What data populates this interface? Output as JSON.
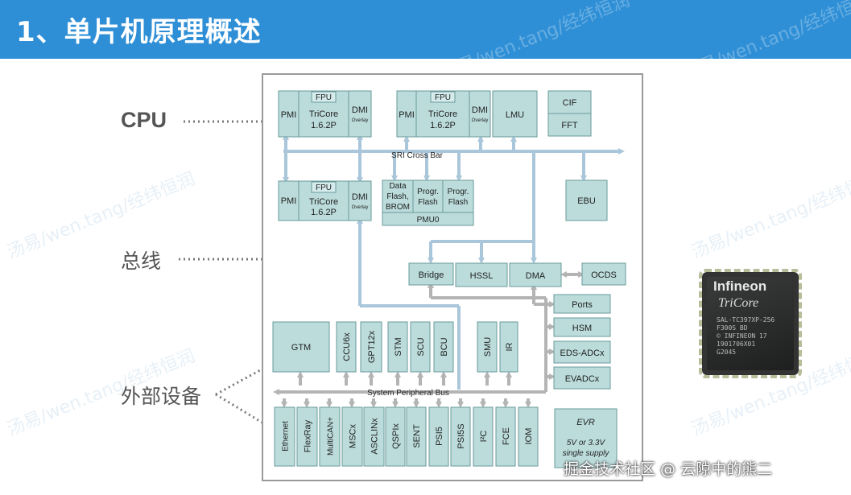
{
  "header": {
    "title": "1、单片机原理概述",
    "watermark": "汤易/wen.tang/经纬恒润"
  },
  "side_labels": {
    "cpu": "CPU",
    "bus": "总线",
    "peripherals": "外部设备"
  },
  "diagram": {
    "cpu0": {
      "fpu": "FPU",
      "pmi": "PMI",
      "core": "TriCore",
      "version": "1.6.2P",
      "dmi": "DMI",
      "overlay": "Overlay"
    },
    "cpu1": {
      "fpu": "FPU",
      "pmi": "PMI",
      "core": "TriCore",
      "version": "1.6.2P",
      "dmi": "DMI",
      "overlay": "Overlay"
    },
    "cpu2": {
      "fpu": "FPU",
      "pmi": "PMI",
      "core": "TriCore",
      "version": "1.6.2P",
      "dmi": "DMI",
      "overlay": "Overlay"
    },
    "lmu": "LMU",
    "cif": "CIF",
    "fft": "FFT",
    "sri": "SRI Cross Bar",
    "pmu": {
      "data_flash_1": "Data",
      "data_flash_2": "Flash,",
      "data_flash_3": "BROM",
      "prog1_1": "Progr.",
      "prog1_2": "Flash",
      "prog2_1": "Progr.",
      "prog2_2": "Flash",
      "label": "PMU0"
    },
    "ebu": "EBU",
    "bridge": "Bridge",
    "hssl": "HSSL",
    "dma": "DMA",
    "ocds": "OCDS",
    "ports": "Ports",
    "hsm": "HSM",
    "eds": "EDS-ADCx",
    "evadc": "EVADCx",
    "gtm": "GTM",
    "spb_modules": [
      "CCU6x",
      "GPT12x",
      "STM",
      "SCU",
      "BCU",
      "SMU",
      "IR"
    ],
    "spb": "System Peripheral Bus",
    "io_modules": [
      "Ethernet",
      "FlexRay",
      "MultiCAN+",
      "MSCx",
      "ASCLINx",
      "QSPIx",
      "SENT",
      "PSI5",
      "PSI5S",
      "I²C",
      "FCE",
      "IOM"
    ],
    "evr": {
      "title": "EVR",
      "line1": "5V or 3.3V",
      "line2": "single supply"
    }
  },
  "chip": {
    "brand": "Infineon",
    "family": "TriCore",
    "marking1": "SAL-TC397XP-256",
    "marking2": "F300S BD",
    "marking3": "© INFINEON 17",
    "marking4": "1901706X01",
    "marking5": "G2045"
  },
  "footer": "掘金技术社区 @ 云隙中的熊二",
  "colors": {
    "header": "#2f8fd6",
    "block": "#bcdcdc",
    "block_light": "#d6ecec",
    "bus_arrow": "#a9c6da",
    "frame": "#999999"
  }
}
